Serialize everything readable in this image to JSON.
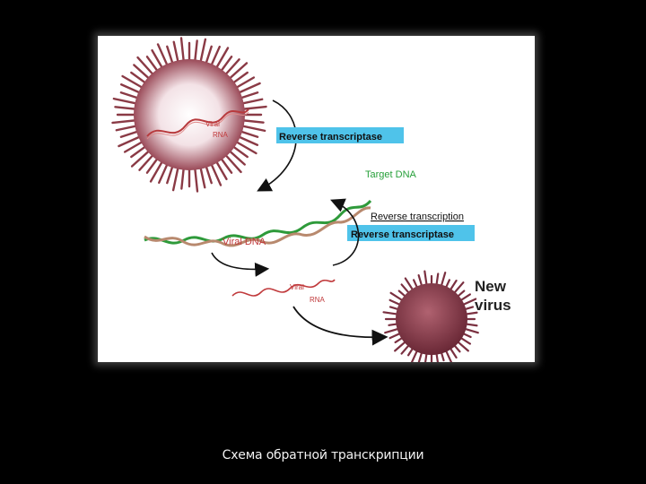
{
  "diagram": {
    "labels": {
      "viral_rna_top_line1": "Viral",
      "viral_rna_top_line2": "RNA",
      "reverse_transcriptase_top": "Reverse transcriptase",
      "target_dna": "Target DNA",
      "reverse_transcription": "Reverse transcription",
      "reverse_transcriptase_mid": "Reverse transcriptase",
      "viral_dna": "Viral DNA",
      "viral_rna_bottom_line1": "Viral",
      "viral_rna_bottom_line2": "RNA",
      "new_virus_line1": "New",
      "new_virus_line2": "virus"
    },
    "colors": {
      "virus_spike": "#8a3a45",
      "rna_strand": "#c0393b",
      "dna_green": "#2e9a3a",
      "target_label": "#27a03a",
      "highlight": "#4fc3ea",
      "arrow": "#111111"
    }
  },
  "caption": "Схема обратной транскрипции"
}
